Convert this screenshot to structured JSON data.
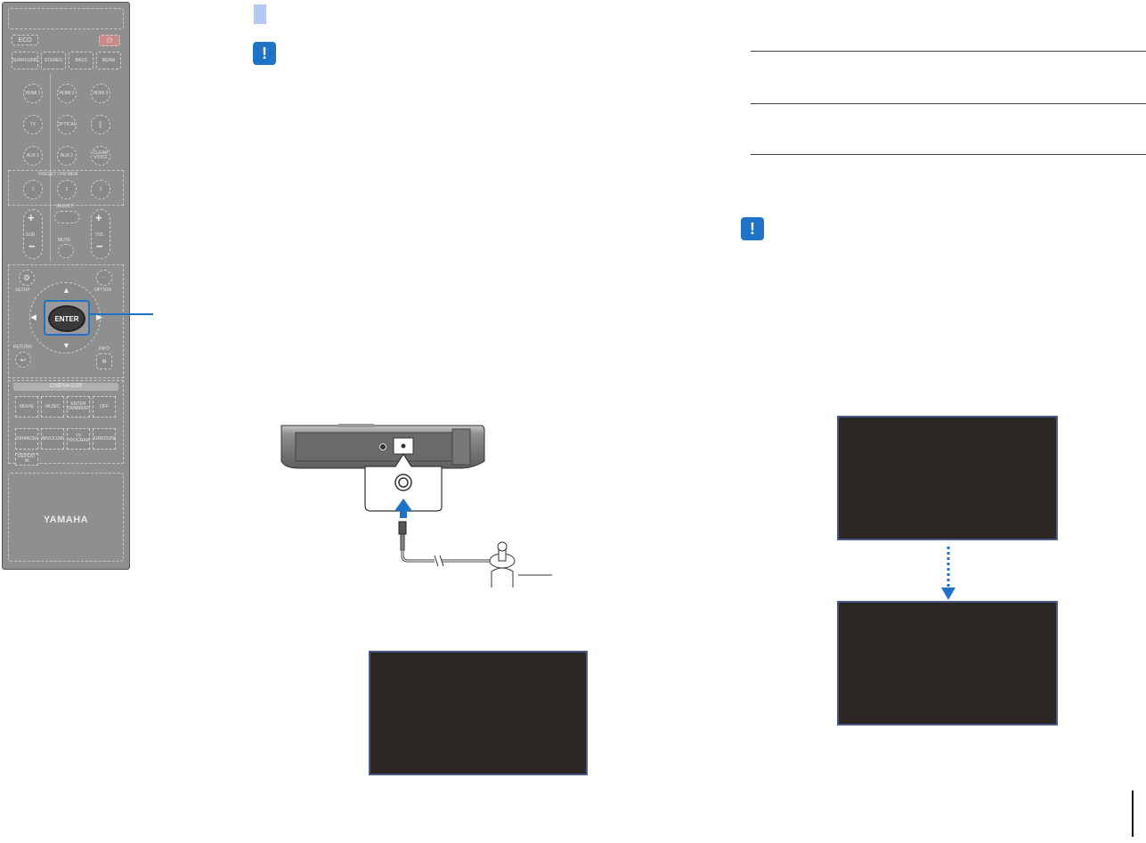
{
  "remote": {
    "eco_label": "ECO",
    "surround_labels": [
      "SURROUND",
      "STEREO",
      "BASS",
      "BEAM"
    ],
    "input_buttons": [
      "HDMI 1",
      "HDMI 2",
      "HDMI 3",
      "TV",
      "OPTICAL",
      "ᛒ",
      "AUX 1",
      "AUX 2",
      "CLEAR VOICE"
    ],
    "preset_label": "PRESET / FM MEM",
    "preset_buttons": [
      "1",
      "2",
      "3"
    ],
    "subwoofer_label": "SUB",
    "volume_label": "VOL",
    "select_label": "SELECT",
    "mute_label": "MUTE",
    "setup_label": "SETUP",
    "option_label": "OPTION",
    "enter_label": "ENTER",
    "return_label": "RETURN",
    "info_label": "INFO",
    "cinema_dsp_label": "CINEMA DSP",
    "dsp_buttons": [
      "MOVIE",
      "MUSIC",
      "ENTER TAINMENT",
      "OFF"
    ],
    "bottom_buttons": [
      "ENHANCER",
      "UNIVOLUME",
      "TV PROGRAM",
      "SURROUND"
    ],
    "repeat_label": "REPEAT IN",
    "brand": "YAMAHA"
  },
  "colors": {
    "accent": "#1f73c6",
    "section_marker": "#b6c9f2",
    "screen_bg": "#2c2625",
    "screen_border": "#4a5a88"
  },
  "icons": {
    "warning_1": "exclamation-icon",
    "warning_2": "exclamation-icon",
    "flow_arrow": "dashed-down-arrow-icon"
  },
  "warning_glyph": "!",
  "page_number_bar": "|"
}
